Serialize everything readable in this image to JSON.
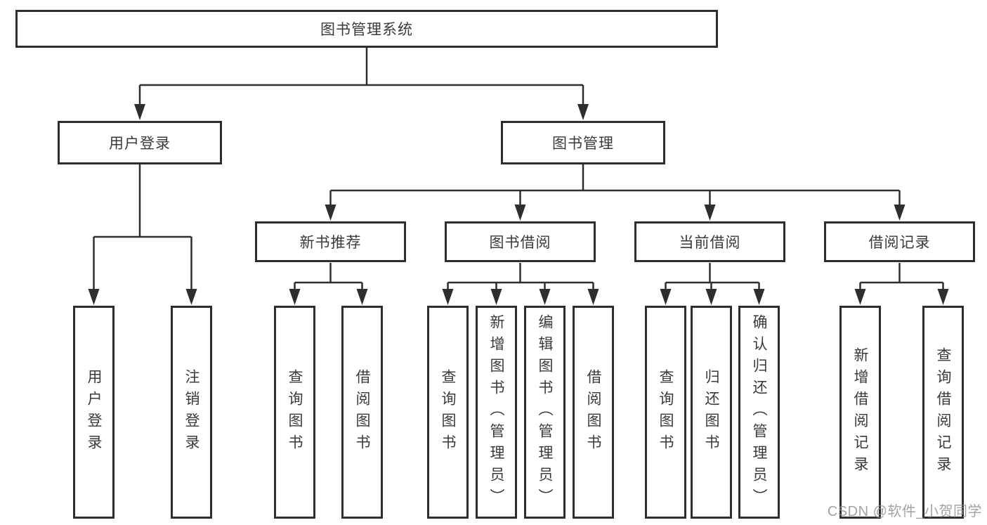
{
  "diagram": {
    "root": "图书管理系统",
    "level2": [
      {
        "label": "用户登录",
        "children": [
          "用户登录",
          "注销登录"
        ]
      },
      {
        "label": "图书管理"
      }
    ],
    "level3": [
      {
        "label": "新书推荐",
        "children": [
          "查询图书",
          "借阅图书"
        ]
      },
      {
        "label": "图书借阅",
        "children": [
          "查询图书",
          "新增图书（管理员）",
          "编辑图书（管理员）",
          "借阅图书"
        ]
      },
      {
        "label": "当前借阅",
        "children": [
          "查询图书",
          "归还图书",
          "确认归还（管理员）"
        ]
      },
      {
        "label": "借阅记录",
        "children": [
          "新增借阅记录",
          "查询借阅记录"
        ]
      }
    ],
    "watermark": "CSDN @软件_小贺同学",
    "colors": {
      "line": "#2e2e2e",
      "text": "#3a3a3a",
      "watermark": "#8c8c8c"
    }
  }
}
